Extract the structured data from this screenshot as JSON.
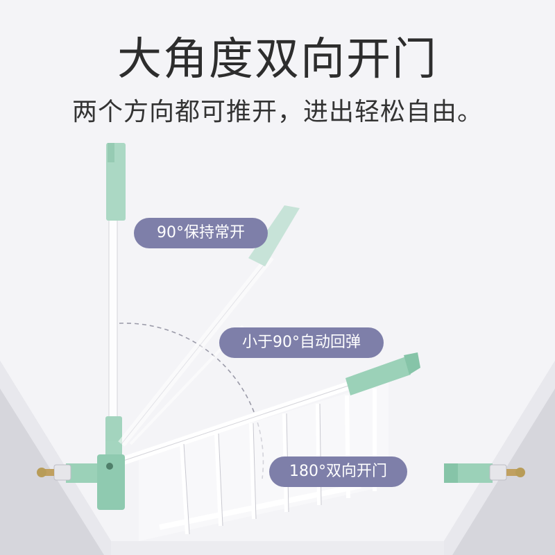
{
  "headline": "大角度双向开门",
  "subline": "两个方向都可推开，进出轻松自由。",
  "labels": {
    "hold_open": "90°保持常开",
    "auto_return": "小于90°自动回弹",
    "two_way": "180°双向开门"
  },
  "colors": {
    "background": "#f4f4f7",
    "pill": "#7e7fa9",
    "gate_green": "#9bd1b8",
    "gate_white": "#ffffff",
    "wall_gray": "#d9d9de"
  },
  "icons": {
    "arc": "dashed-arc",
    "gate": "baby-safety-gate"
  }
}
